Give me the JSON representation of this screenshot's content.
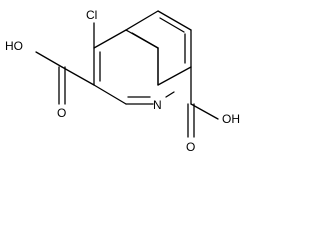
{
  "molecule": {
    "atoms": {
      "chlorine": "Cl",
      "ring_nitrogen": "N",
      "acid3_hydroxyl": "HO",
      "acid3_carbonyl_oxygen": "O",
      "acid8_hydroxyl": "OH",
      "acid8_carbonyl_oxygen": "O"
    }
  },
  "colors": {
    "ink": "#000000",
    "background": "#ffffff"
  }
}
